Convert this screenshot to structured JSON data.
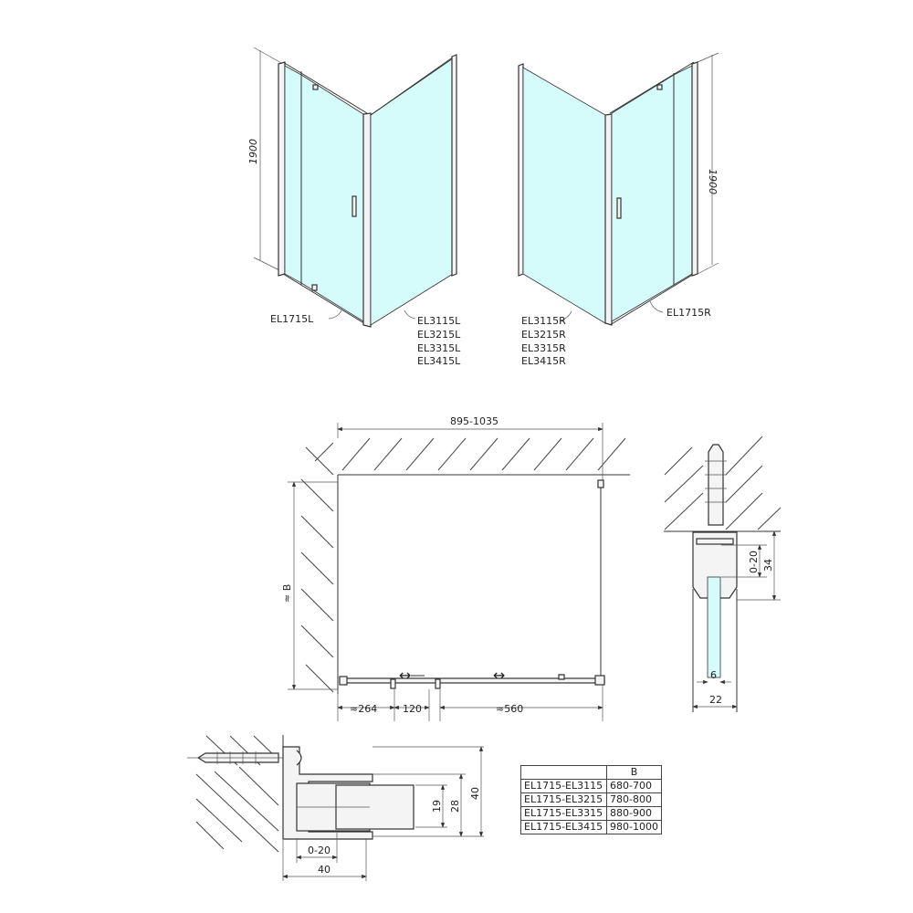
{
  "top_left_view": {
    "height_label": "1900",
    "door_code": "EL1715L",
    "panel_codes": [
      "EL3115L",
      "EL3215L",
      "EL3315L",
      "EL3415L"
    ]
  },
  "top_right_view": {
    "height_label": "1900",
    "door_code": "EL1715R",
    "panel_codes": [
      "EL3115R",
      "EL3215R",
      "EL3315R",
      "EL3415R"
    ]
  },
  "plan_view": {
    "width_label": "895-1035",
    "depth_label": "≈ B",
    "dims": [
      "≈264",
      "120",
      "≈560"
    ],
    "slide_arrows": [
      "↔",
      "↔"
    ]
  },
  "profile_detail_right": {
    "adjust_label": "0-20",
    "height_label": "34",
    "glass_label": "6",
    "width_label": "22"
  },
  "profile_detail_bottom": {
    "adjust_label": "0-20",
    "depth_label": "40",
    "dims": [
      "19",
      "28",
      "40"
    ]
  },
  "spec_table": {
    "header": [
      "",
      "B"
    ],
    "rows": [
      [
        "EL1715-EL3115",
        "680-700"
      ],
      [
        "EL1715-EL3215",
        "780-800"
      ],
      [
        "EL1715-EL3315",
        "880-900"
      ],
      [
        "EL1715-EL3415",
        "980-1000"
      ]
    ]
  },
  "colors": {
    "glass": "#d6fbfb",
    "line": "#333333"
  }
}
